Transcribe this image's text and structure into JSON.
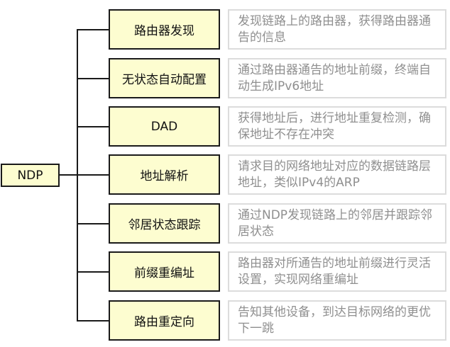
{
  "root": {
    "label": "NDP"
  },
  "features": [
    {
      "label": "路由器发现",
      "description": "发现链路上的路由器，获得路由器通告的信息"
    },
    {
      "label": "无状态自动配置",
      "description": "通过路由器通告的地址前缀，终端自动生成IPv6地址"
    },
    {
      "label": "DAD",
      "description": "获得地址后，进行地址重复检测，确保地址不存在冲突"
    },
    {
      "label": "地址解析",
      "description": "请求目的网络地址对应的数据链路层地址，类似IPv4的ARP"
    },
    {
      "label": "邻居状态跟踪",
      "description": "通过NDP发现链路上的邻居并跟踪邻居状态"
    },
    {
      "label": "前缀重编址",
      "description": "路由器对所通告的地址前缀进行灵活设置，实现网络重编址"
    },
    {
      "label": "路由重定向",
      "description": "告知其他设备，到达目标网络的更优下一跳"
    }
  ],
  "colors": {
    "node_fill": "#fdfdd0",
    "node_border": "#1a1a1a",
    "connector": "#1a1a1a",
    "desc_border": "#dcdcdc",
    "desc_text": "#8f8f8f"
  }
}
